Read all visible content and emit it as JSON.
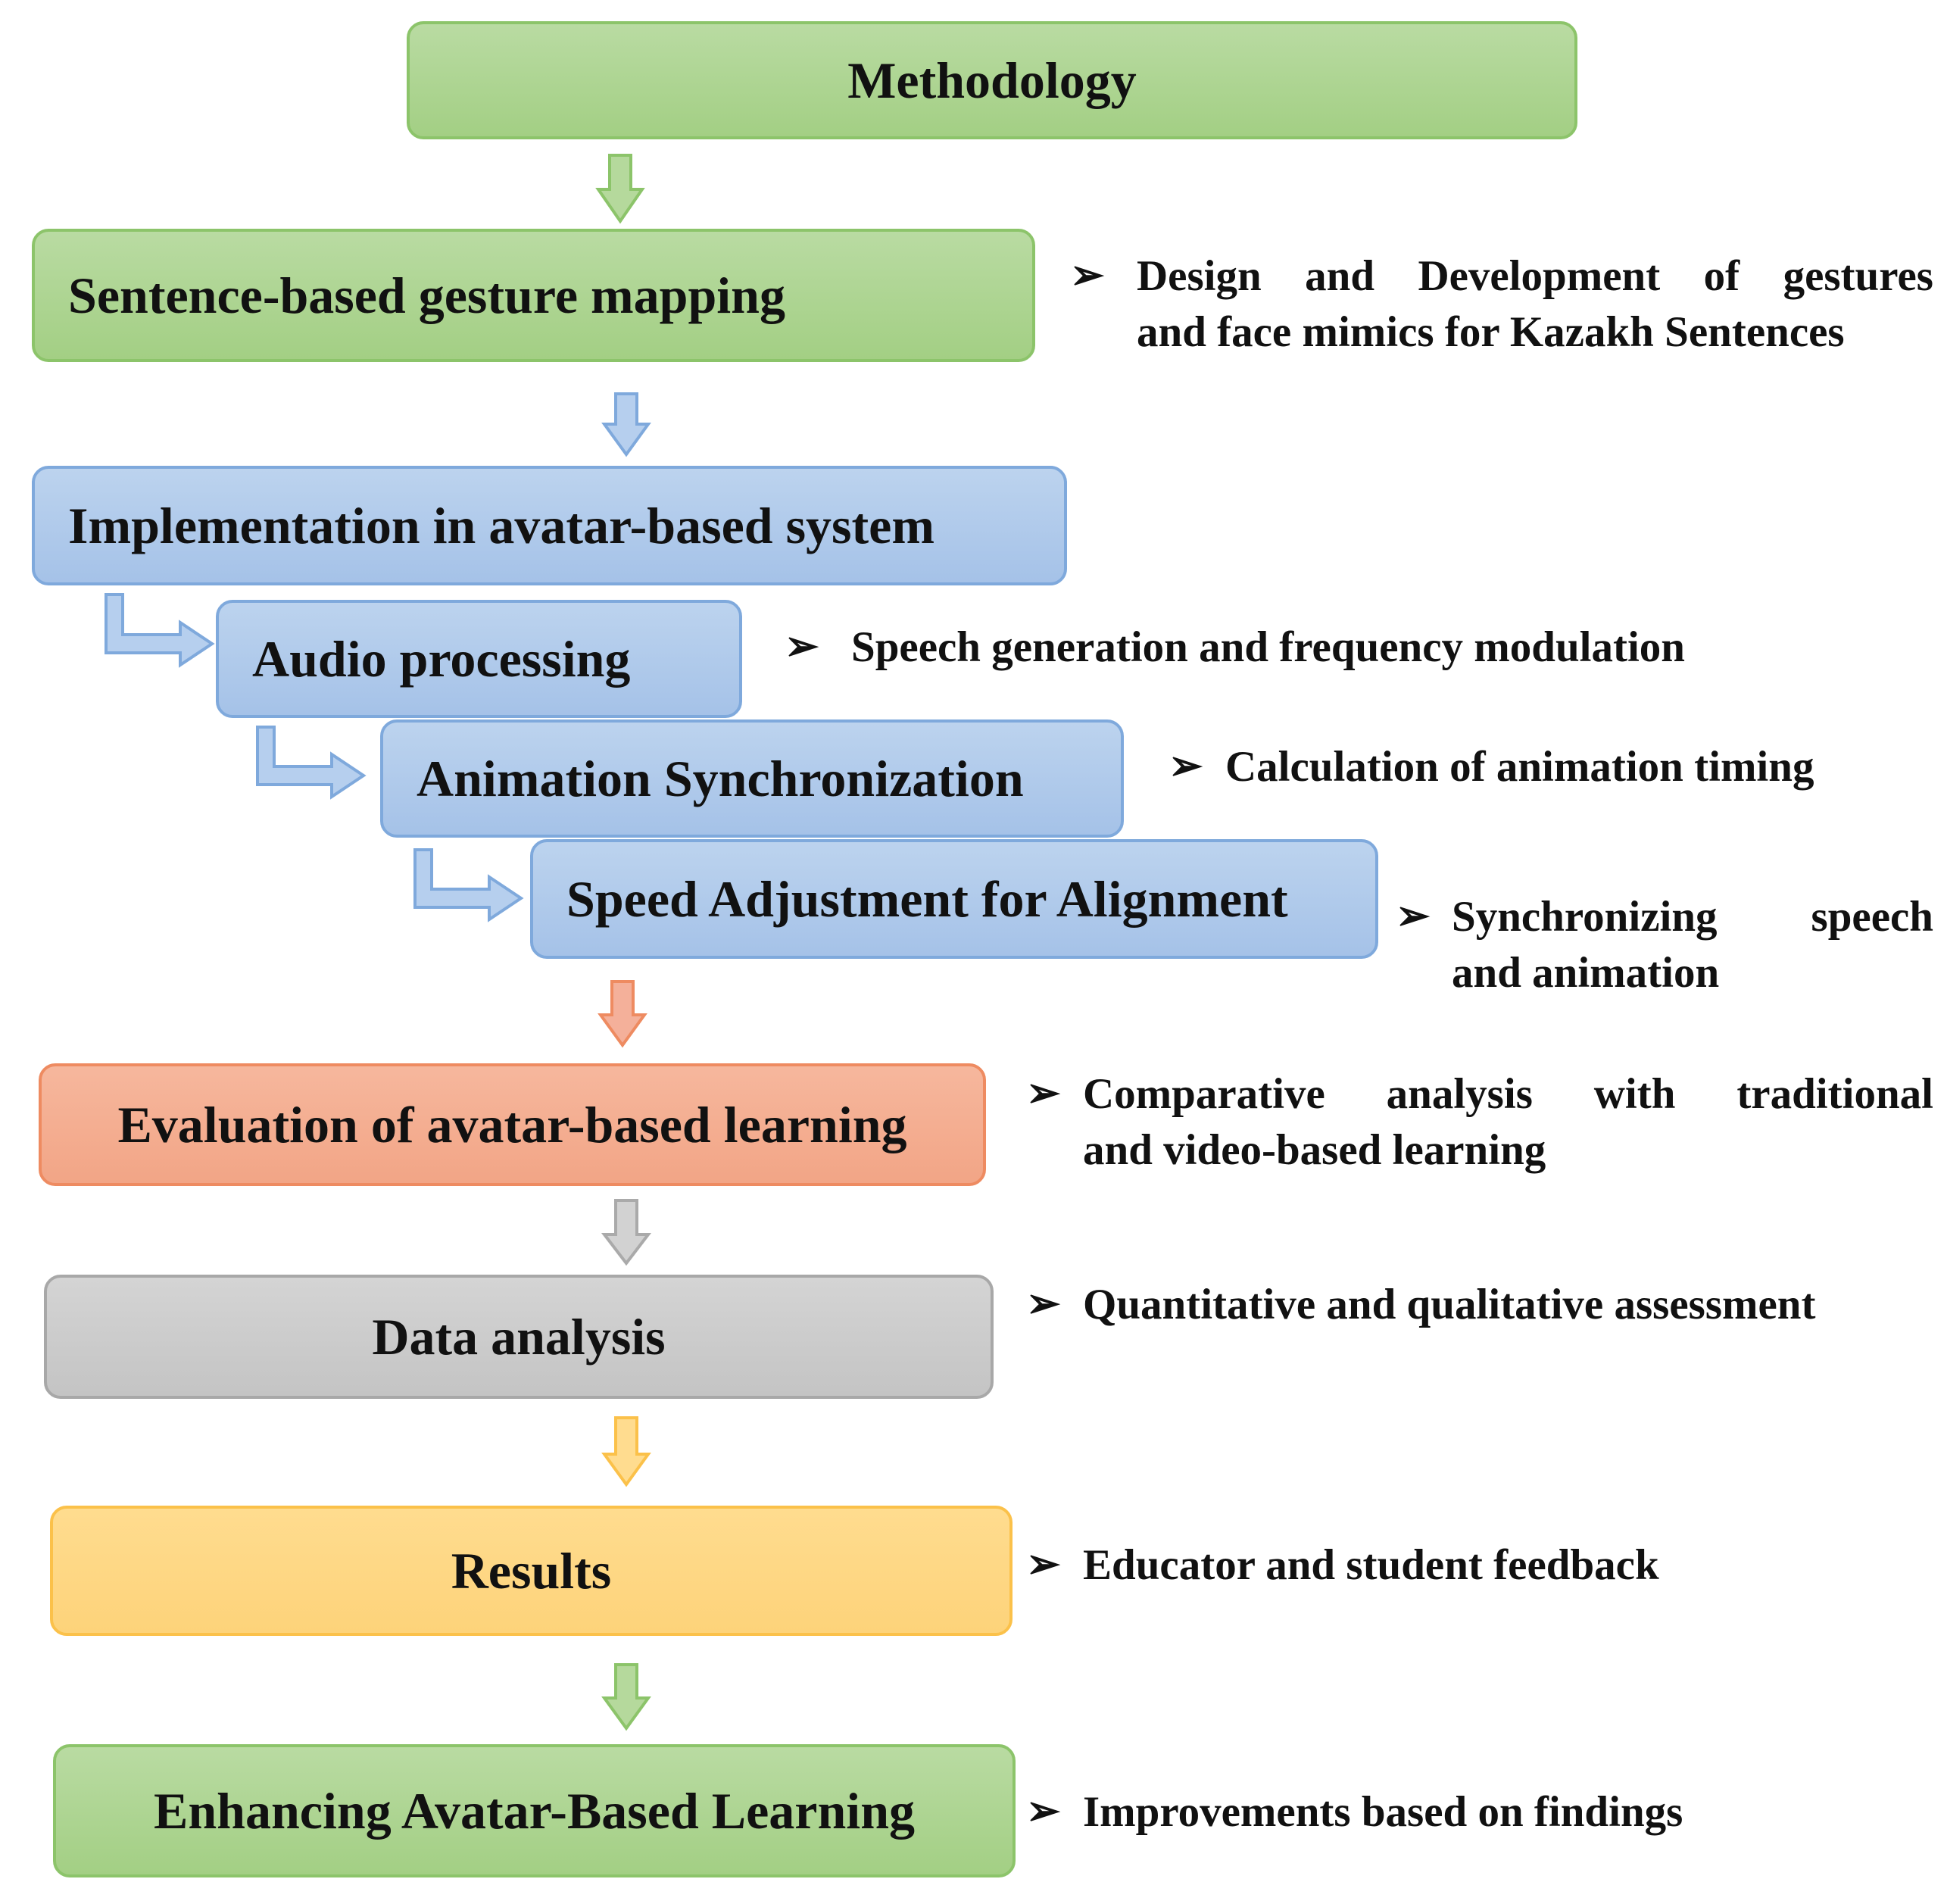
{
  "boxes": {
    "methodology": "Methodology",
    "gesture_mapping": "Sentence-based gesture mapping",
    "implementation": "Implementation in avatar-based system",
    "audio": "Audio processing",
    "animation_sync": "Animation Synchronization",
    "speed": "Speed Adjustment for Alignment",
    "evaluation": "Evaluation of avatar-based learning",
    "data_analysis": "Data analysis",
    "results": "Results",
    "enhancing": "Enhancing Avatar-Based Learning"
  },
  "notes": {
    "gesture_mapping": [
      "Design and Development of gestures",
      "and face mimics for Kazakh Sentences"
    ],
    "audio": "Speech generation and frequency modulation",
    "animation_sync": "Calculation of animation timing",
    "speed": [
      "Synchronizing speech",
      "and animation"
    ],
    "evaluation": [
      "Comparative analysis with traditional",
      "and video-based learning"
    ],
    "data_analysis": "Quantitative and qualitative assessment",
    "results": "Educator and student feedback",
    "enhancing": "Improvements based on findings"
  },
  "bullet_glyph": "➢",
  "colors": {
    "green": "#a9d18e",
    "blue": "#a9c4eb",
    "orange": "#f4b09a",
    "gray": "#c9c9c9",
    "yellow": "#ffd97f"
  }
}
